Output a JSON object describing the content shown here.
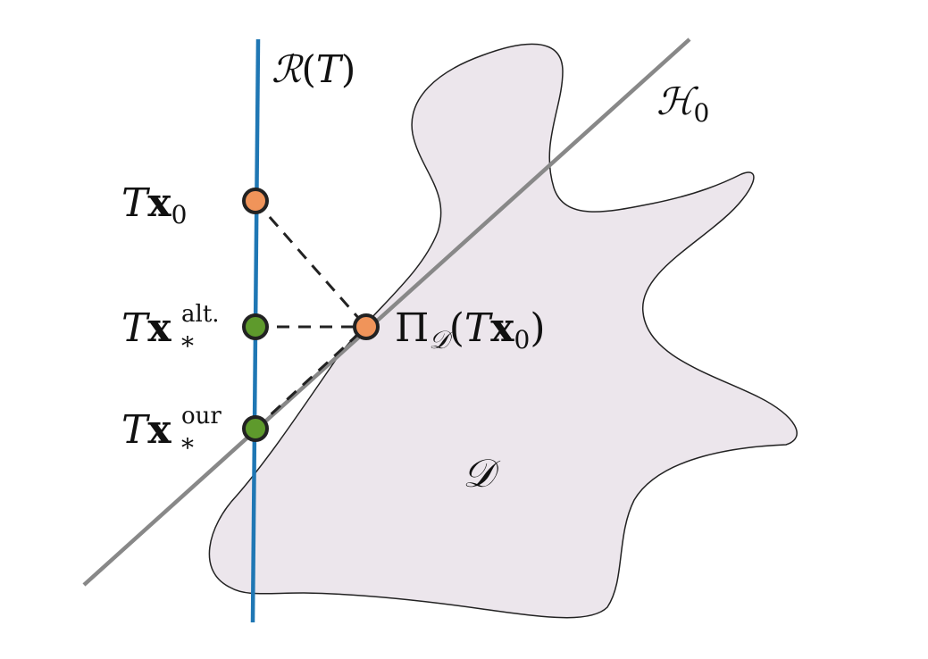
{
  "labels": {
    "range": {
      "script": "ℛ",
      "open": "(",
      "var": "T",
      "close": ")"
    },
    "hyperplane": {
      "script": "ℋ",
      "sub": "0"
    },
    "set": {
      "script": "𝒟"
    },
    "tx0": {
      "op": "T",
      "vec": "x",
      "sub": "0"
    },
    "txalt": {
      "op": "T",
      "vec": "x",
      "sub": "*",
      "sup": "alt."
    },
    "txour": {
      "op": "T",
      "vec": "x",
      "sub": "*",
      "sup": "our"
    },
    "projection": {
      "pi": "Π",
      "pi_sub": "𝒟",
      "open": "(",
      "op": "T",
      "vec": "x",
      "sub": "0",
      "close": ")"
    }
  },
  "colors": {
    "range_line": "#1f77b4",
    "hyperplane_line": "#888888",
    "region_fill": "#ece6ec",
    "region_stroke": "#222222",
    "orange_point": "#f0945a",
    "green_point": "#5e9a2c",
    "point_outline": "#222222",
    "dashed_line": "#222222"
  },
  "icons": {
    "region": "blob-shape",
    "points": "circle-marker"
  }
}
